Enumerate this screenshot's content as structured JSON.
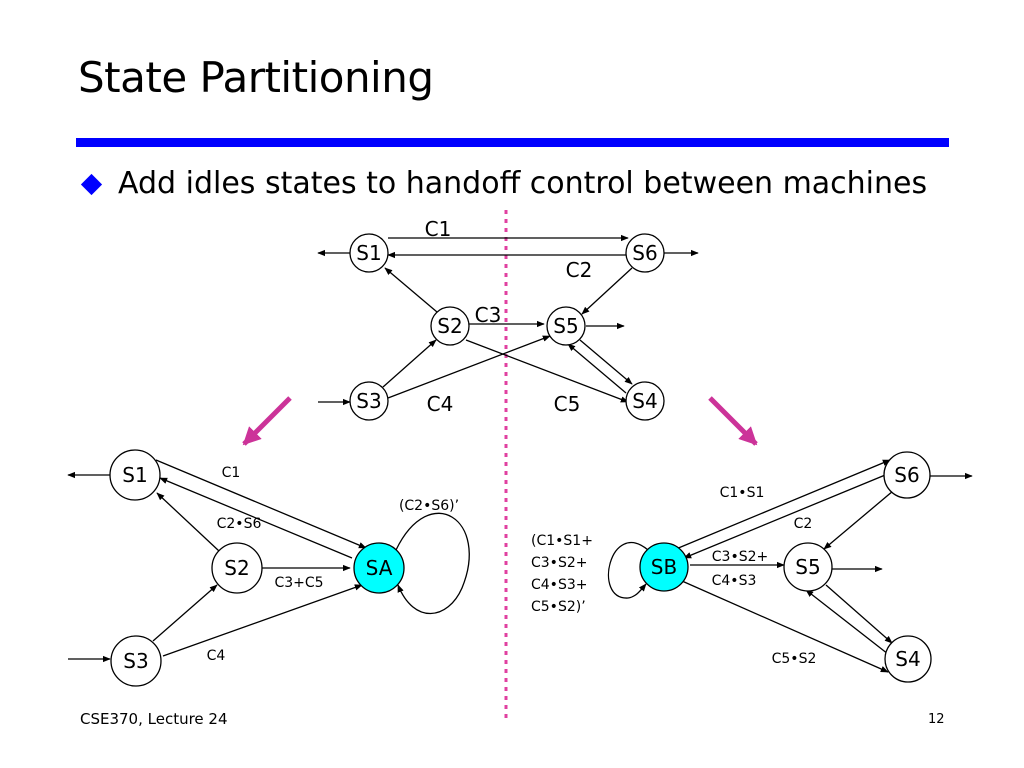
{
  "slide": {
    "title": "State Partitioning",
    "bullet": "Add idles states to handoff control between machines",
    "footer": "CSE370, Lecture 24",
    "page_number": "12"
  },
  "colors": {
    "rule": "#0000ff",
    "bullet": "#0000ff",
    "idle_state": "#00ffff",
    "divider": "#e040a0",
    "pointer": "#cc3399"
  },
  "top_machine": {
    "states": [
      "S1",
      "S6",
      "S2",
      "S5",
      "S3",
      "S4"
    ],
    "labels": [
      "C1",
      "C2",
      "C3",
      "C4",
      "C5"
    ]
  },
  "left_machine": {
    "states": [
      "S1",
      "S2",
      "S3",
      "SA"
    ],
    "labels": [
      "C1",
      "C2•S6",
      "C3+C5",
      "C4",
      "(C2•S6)’"
    ]
  },
  "right_machine": {
    "states": [
      "S6",
      "SB",
      "S5",
      "S4"
    ],
    "labels": [
      "C1•S1",
      "C2",
      "C3•S2+",
      "C4•S3",
      "C5•S2"
    ],
    "self_loop_label": [
      "(C1•S1+",
      "C3•S2+",
      "C4•S3+",
      "C5•S2)’"
    ]
  }
}
